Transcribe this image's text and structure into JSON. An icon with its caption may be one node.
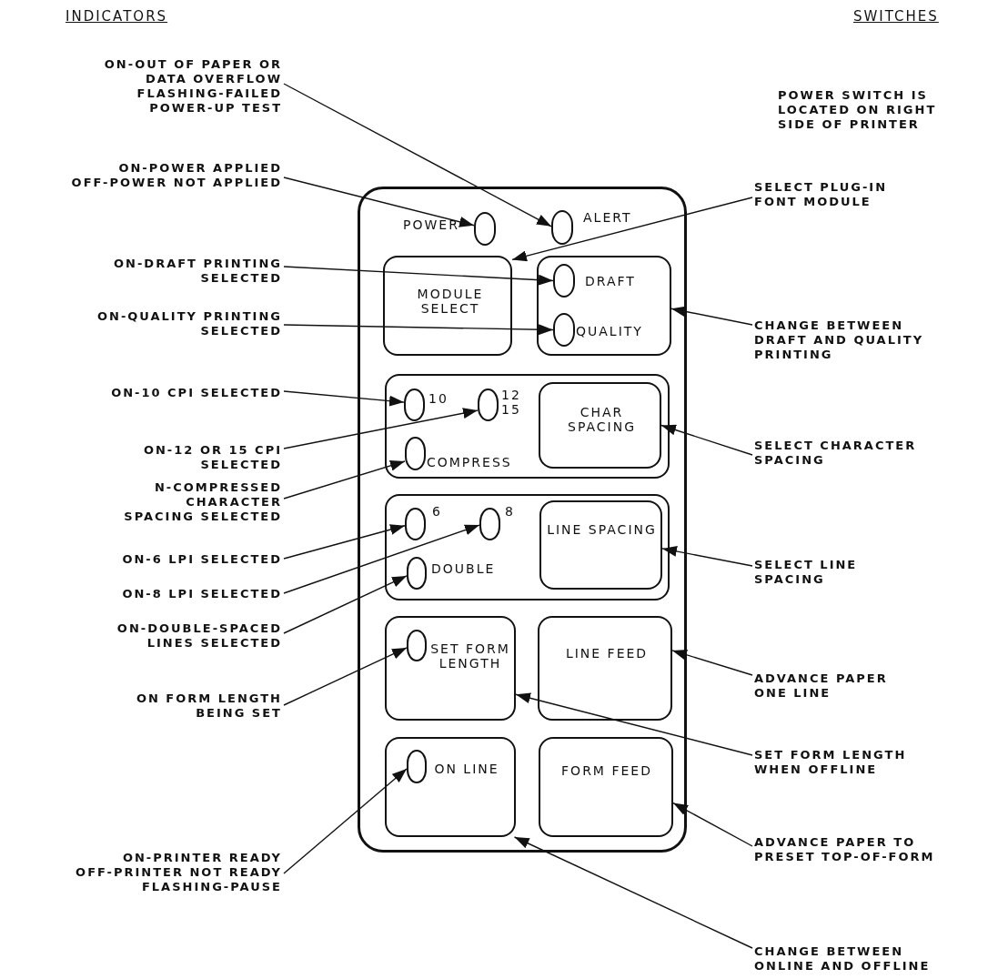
{
  "diagram": {
    "nodes": [
      {
        "text": [],
        "shape": "box"
      },
      {
        "text": [],
        "shape": "oval",
        "beside": [
          "POWER"
        ],
        "in": 0
      },
      {
        "text": [],
        "shape": "oval",
        "beside": [
          "ALERT"
        ],
        "in": 0
      },
      {
        "text": [
          "MODULE SELECT"
        ],
        "in": 0
      },
      {
        "text": [],
        "shape": "box",
        "in": 0
      },
      {
        "text": [],
        "shape": "oval",
        "beside": [
          "DRAFT"
        ],
        "in": 4
      },
      {
        "text": [],
        "shape": "oval",
        "beside": [
          "QUALITY"
        ],
        "in": 4
      },
      {
        "text": [],
        "shape": "box",
        "in": 0
      },
      {
        "text": [],
        "shape": "oval",
        "beside": [
          "10"
        ],
        "in": 7
      },
      {
        "text": [],
        "shape": "oval",
        "beside": [
          "12 15"
        ],
        "in": 7
      },
      {
        "text": [
          "CHAR SPACING"
        ],
        "in": 7
      },
      {
        "text": [],
        "shape": "oval",
        "beside": [
          "COMPRESS"
        ],
        "in": 7
      },
      {
        "text": [],
        "shape": "box",
        "in": 0
      },
      {
        "text": [],
        "shape": "oval",
        "beside": [
          "6"
        ],
        "in": 12
      },
      {
        "text": [],
        "shape": "oval",
        "beside": [
          "8"
        ],
        "in": 12
      },
      {
        "text": [
          "LINE SPACING"
        ],
        "in": 12
      },
      {
        "text": [],
        "shape": "oval",
        "beside": [
          "DOUBLE"
        ],
        "in": 12
      },
      {
        "text": [
          "SET FORM LENGTH"
        ],
        "in": 0
      },
      {
        "text": [],
        "shape": "oval",
        "in": 17
      },
      {
        "text": [
          "LINE FEED"
        ],
        "in": 0
      },
      {
        "text": [
          "ON LINE"
        ],
        "in": 0
      },
      {
        "text": [],
        "shape": "oval",
        "in": 20
      },
      {
        "text": [
          "FORM FEED"
        ],
        "in": 0
      },
      {
        "text": [
          "ON-OUT OF PAPER OR DATA OVERFLOW FLASHING-FAILED POWER-UP TEST"
        ]
      },
      {
        "text": [
          "ON-POWER APPLIED OFF-POWER NOT APPLIED"
        ]
      },
      {
        "text": [
          "ON-DRAFT PRINTING SELECTED"
        ]
      },
      {
        "text": [
          "ON-QUALITY PRINTING SELECTED"
        ]
      },
      {
        "text": [
          "ON-10 CPI SELECTED"
        ]
      },
      {
        "text": [
          "ON-12 OR 15 CPI SELECTED"
        ]
      },
      {
        "text": [
          "N-COMPRESSED CHARACTER SPACING SELECTED"
        ]
      },
      {
        "text": [
          "ON-6 LPI SELECTED"
        ]
      },
      {
        "text": [
          "ON-8 LPI SELECTED"
        ]
      },
      {
        "text": [
          "ON-DOUBLE-SPACED LINES SELECTED"
        ]
      },
      {
        "text": [
          "ON FORM LENGTH BEING SET"
        ]
      },
      {
        "text": [
          "ON-PRINTER READY OFF-PRINTER NOT READY FLASHING-PAUSE"
        ]
      },
      {
        "text": [
          "SELECT PLUG-IN FONT MODULE"
        ]
      },
      {
        "text": [
          "CHANGE BETWEEN DRAFT AND QUALITY PRINTING"
        ]
      },
      {
        "text": [
          "SELECT CHARACTER SPACING"
        ]
      },
      {
        "text": [
          "SELECT LINE SPACING"
        ]
      },
      {
        "text": [
          "ADVANCE PAPER ONE LINE"
        ]
      },
      {
        "text": [
          "SET FORM LENGTH WHEN OFFLINE"
        ]
      },
      {
        "text": [
          "ADVANCE PAPER TO PRESET TOP-OF-FORM"
        ]
      },
      {
        "text": [
          "CHANGE BETWEEN ONLINE AND OFFLINE"
        ]
      }
    ],
    "edges": [
      {
        "from": 23,
        "to": 2,
        "arrow": "to"
      },
      {
        "from": 24,
        "to": 1,
        "arrow": "to"
      },
      {
        "from": 25,
        "to": 5,
        "arrow": "to"
      },
      {
        "from": 26,
        "to": 6,
        "arrow": "to"
      },
      {
        "from": 27,
        "to": 8,
        "arrow": "to"
      },
      {
        "from": 28,
        "to": 9,
        "arrow": "to"
      },
      {
        "from": 29,
        "to": 11,
        "arrow": "to"
      },
      {
        "from": 30,
        "to": 13,
        "arrow": "to"
      },
      {
        "from": 31,
        "to": 14,
        "arrow": "to"
      },
      {
        "from": 32,
        "to": 16,
        "arrow": "to"
      },
      {
        "from": 33,
        "to": 18,
        "arrow": "to"
      },
      {
        "from": 34,
        "to": 21,
        "arrow": "to"
      },
      {
        "from": 35,
        "to": 3,
        "arrow": "to"
      },
      {
        "from": 36,
        "to": 4,
        "arrow": "to"
      },
      {
        "from": 37,
        "to": 10,
        "arrow": "to"
      },
      {
        "from": 38,
        "to": 15,
        "arrow": "to"
      },
      {
        "from": 39,
        "to": 19,
        "arrow": "to"
      },
      {
        "from": 40,
        "to": 17,
        "arrow": "to"
      },
      {
        "from": 41,
        "to": 22,
        "arrow": "to"
      },
      {
        "from": 42,
        "to": 20,
        "arrow": "to"
      }
    ],
    "labels": [
      "INDICATORS",
      "SWITCHES",
      "POWER SWITCH IS LOCATED ON RIGHT SIDE OF PRINTER"
    ]
  }
}
